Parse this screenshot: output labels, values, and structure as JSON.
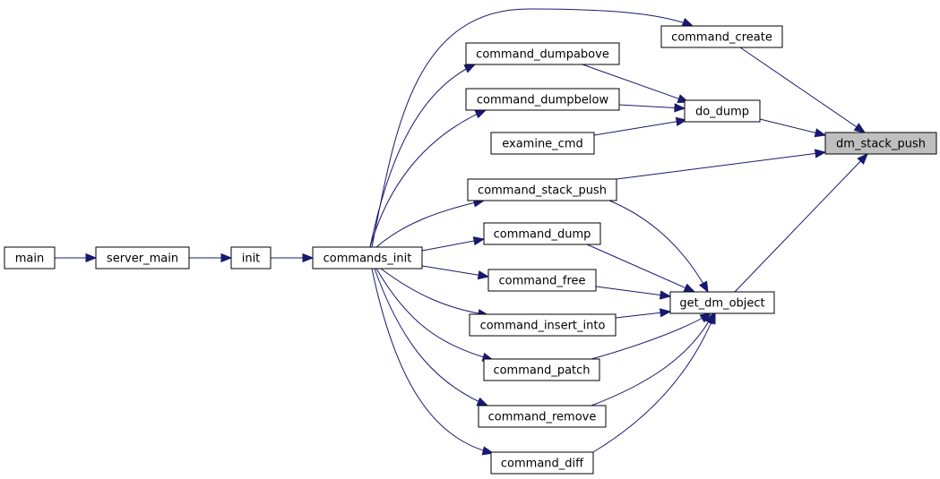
{
  "colors": {
    "edge": "#191970",
    "node_fill": "#ffffff",
    "node_stroke": "#000000",
    "highlight_fill": "#bfbfbf"
  },
  "nodes": [
    {
      "id": "main",
      "label": "main"
    },
    {
      "id": "server_main",
      "label": "server_main"
    },
    {
      "id": "init",
      "label": "init"
    },
    {
      "id": "commands_init",
      "label": "commands_init"
    },
    {
      "id": "command_create",
      "label": "command_create"
    },
    {
      "id": "command_dumpabove",
      "label": "command_dumpabove"
    },
    {
      "id": "command_dumpbelow",
      "label": "command_dumpbelow"
    },
    {
      "id": "examine_cmd",
      "label": "examine_cmd"
    },
    {
      "id": "command_stack_push",
      "label": "command_stack_push"
    },
    {
      "id": "command_dump",
      "label": "command_dump"
    },
    {
      "id": "command_free",
      "label": "command_free"
    },
    {
      "id": "command_insert_into",
      "label": "command_insert_into"
    },
    {
      "id": "command_patch",
      "label": "command_patch"
    },
    {
      "id": "command_remove",
      "label": "command_remove"
    },
    {
      "id": "command_diff",
      "label": "command_diff"
    },
    {
      "id": "do_dump",
      "label": "do_dump"
    },
    {
      "id": "get_dm_object",
      "label": "get_dm_object"
    },
    {
      "id": "dm_stack_push",
      "label": "dm_stack_push",
      "highlighted": true
    }
  ],
  "edges": [
    {
      "from": "main",
      "to": "server_main"
    },
    {
      "from": "server_main",
      "to": "init"
    },
    {
      "from": "init",
      "to": "commands_init"
    },
    {
      "from": "commands_init",
      "to": "command_create"
    },
    {
      "from": "commands_init",
      "to": "command_dumpabove"
    },
    {
      "from": "commands_init",
      "to": "command_dumpbelow"
    },
    {
      "from": "commands_init",
      "to": "command_stack_push"
    },
    {
      "from": "commands_init",
      "to": "command_dump"
    },
    {
      "from": "commands_init",
      "to": "command_free"
    },
    {
      "from": "commands_init",
      "to": "command_insert_into"
    },
    {
      "from": "commands_init",
      "to": "command_patch"
    },
    {
      "from": "commands_init",
      "to": "command_remove"
    },
    {
      "from": "commands_init",
      "to": "command_diff"
    },
    {
      "from": "command_dumpabove",
      "to": "do_dump"
    },
    {
      "from": "command_dumpbelow",
      "to": "do_dump"
    },
    {
      "from": "examine_cmd",
      "to": "do_dump"
    },
    {
      "from": "command_create",
      "to": "dm_stack_push"
    },
    {
      "from": "do_dump",
      "to": "dm_stack_push"
    },
    {
      "from": "command_stack_push",
      "to": "dm_stack_push"
    },
    {
      "from": "get_dm_object",
      "to": "dm_stack_push"
    },
    {
      "from": "command_stack_push",
      "to": "get_dm_object"
    },
    {
      "from": "command_dump",
      "to": "get_dm_object"
    },
    {
      "from": "command_free",
      "to": "get_dm_object"
    },
    {
      "from": "command_insert_into",
      "to": "get_dm_object"
    },
    {
      "from": "command_patch",
      "to": "get_dm_object"
    },
    {
      "from": "command_remove",
      "to": "get_dm_object"
    },
    {
      "from": "command_diff",
      "to": "get_dm_object"
    }
  ]
}
